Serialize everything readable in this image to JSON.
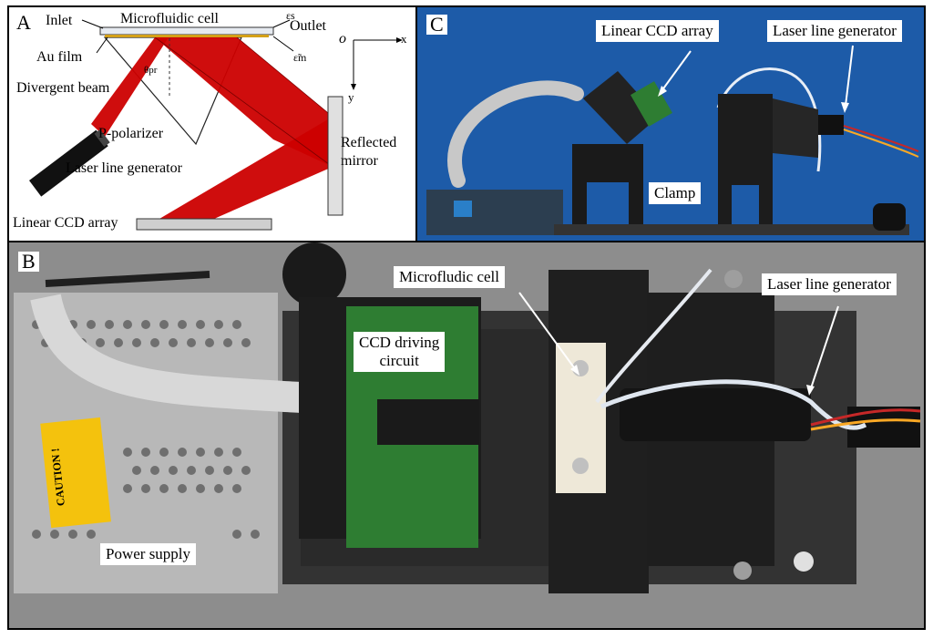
{
  "panels": {
    "a": {
      "letter": "A",
      "labels": {
        "inlet": "Inlet",
        "cell": "Microfluidic  cell",
        "eps_s": "εs",
        "outlet": "Outlet",
        "au_film": "Au film",
        "eps_m": "ε̃m",
        "theta": "θpr",
        "divergent": "Divergent beam",
        "polarizer": "P-polarizer",
        "laser": "Laser line generator",
        "reflected": "Reflected",
        "mirror": "mirror",
        "ccd": "Linear CCD array",
        "axis_o": "o",
        "axis_x": "x",
        "axis_y": "y"
      }
    },
    "c": {
      "letter": "C",
      "labels": {
        "ccd": "Linear CCD array",
        "laser": "Laser line generator",
        "clamp": "Clamp"
      }
    },
    "b": {
      "letter": "B",
      "labels": {
        "cell": "Microfludic cell",
        "laser": "Laser line generator",
        "ccd_circuit_1": "CCD driving",
        "ccd_circuit_2": "circuit",
        "power": "Power supply",
        "caution": "CAUTION !"
      }
    }
  },
  "colors": {
    "beam": "#cc0000",
    "gold": "#d4a017",
    "photo_blue": "#1d5ba8",
    "pcb_green": "#2e7d32"
  }
}
